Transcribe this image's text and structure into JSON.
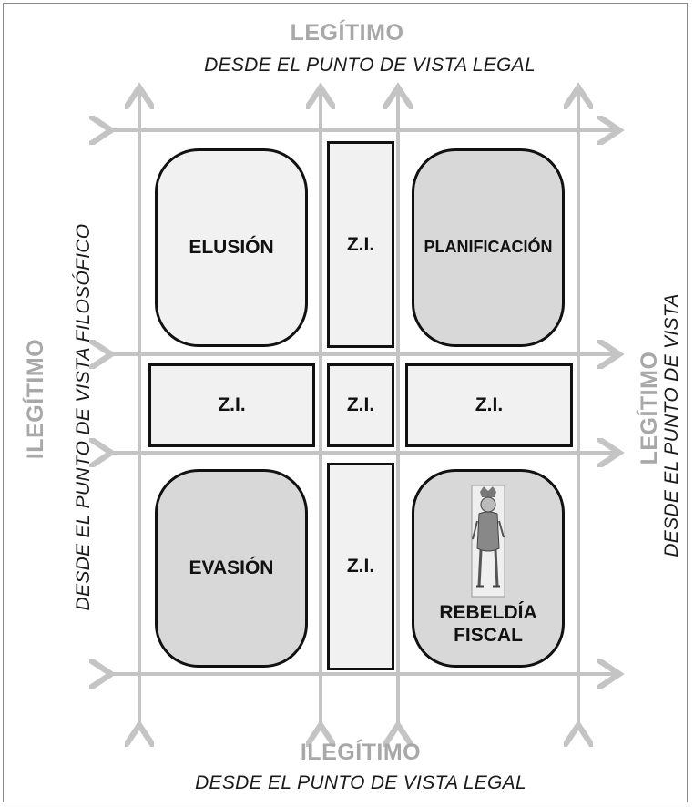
{
  "top": {
    "title": "LEGÍTIMO",
    "subtitle": "DESDE EL PUNTO DE VISTA LEGAL"
  },
  "bottom": {
    "title": "ILEGÍTIMO",
    "subtitle": "DESDE EL PUNTO DE VISTA LEGAL"
  },
  "left": {
    "title": "ILEGÍTIMO",
    "subtitle": "DESDE EL PUNTO DE VISTA FILOSÓFICO"
  },
  "right": {
    "title": "LEGÍTIMO",
    "subtitle": "DESDE EL PUNTO DE VISTA"
  },
  "quadrants": {
    "top_left": "ELUSIÓN",
    "top_right": "PLANIFICACIÓN",
    "bottom_left": "EVASIÓN",
    "bottom_right_line1": "REBELDÍA",
    "bottom_right_line2": "FISCAL"
  },
  "zones": {
    "top_center": "Z.I.",
    "middle_left": "Z.I.",
    "middle_center": "Z.I.",
    "middle_right": "Z.I.",
    "bottom_center": "Z.I."
  },
  "colors": {
    "arrow": "#c4c4c4",
    "border": "#111111",
    "light_fill": "#f1f1f1",
    "grey_fill": "#d8d8d8",
    "axis_title": "#a8a8a8"
  }
}
